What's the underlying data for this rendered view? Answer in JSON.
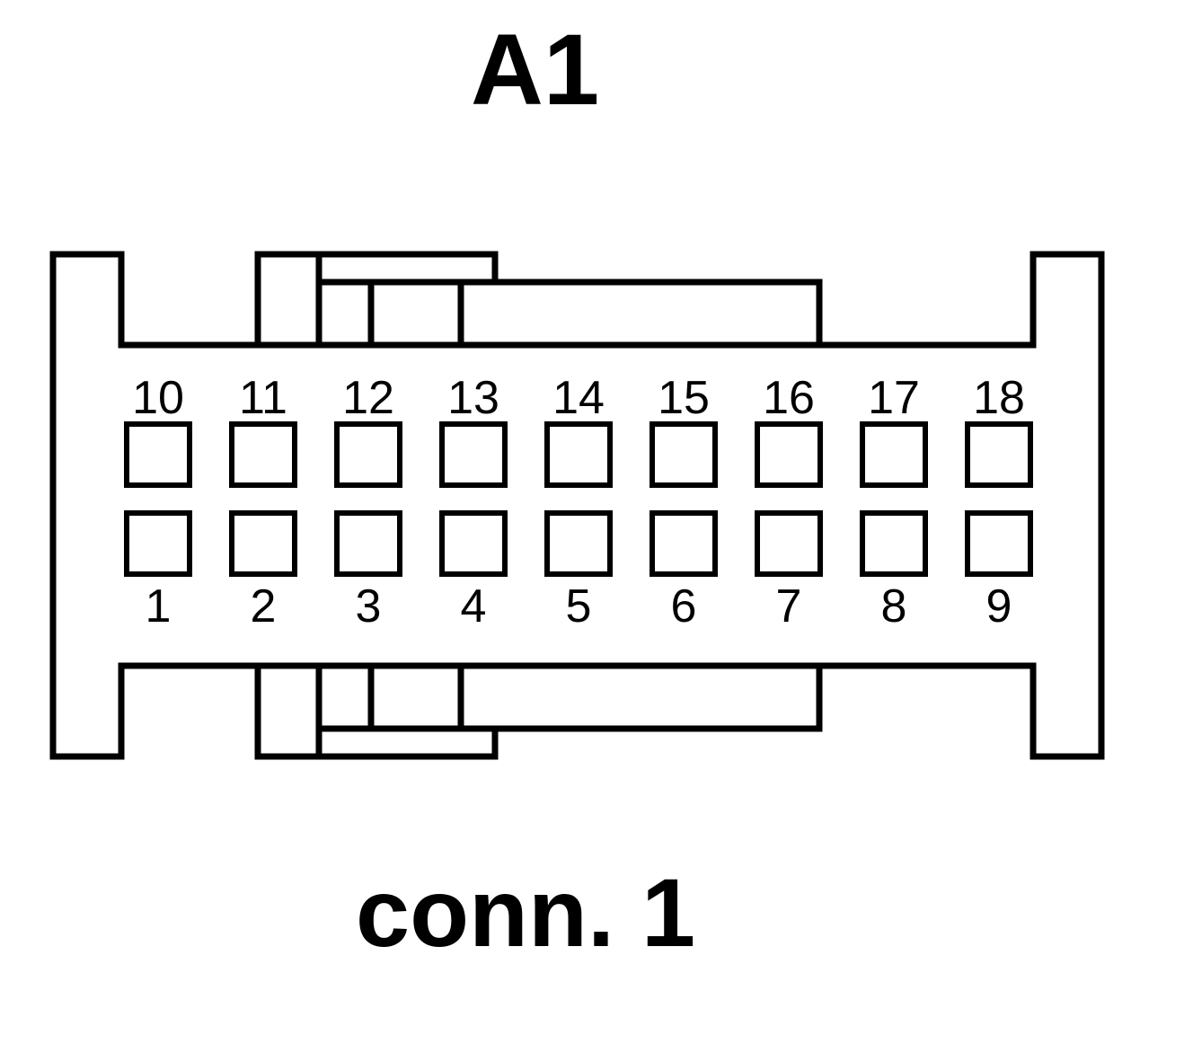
{
  "diagram": {
    "connector_id": "A1",
    "connector_name": "conn. 1",
    "top_row_pins": [
      "10",
      "11",
      "12",
      "13",
      "14",
      "15",
      "16",
      "17",
      "18"
    ],
    "bottom_row_pins": [
      "1",
      "2",
      "3",
      "4",
      "5",
      "6",
      "7",
      "8",
      "9"
    ],
    "colors": {
      "line": "#000000",
      "background": "#ffffff"
    }
  }
}
